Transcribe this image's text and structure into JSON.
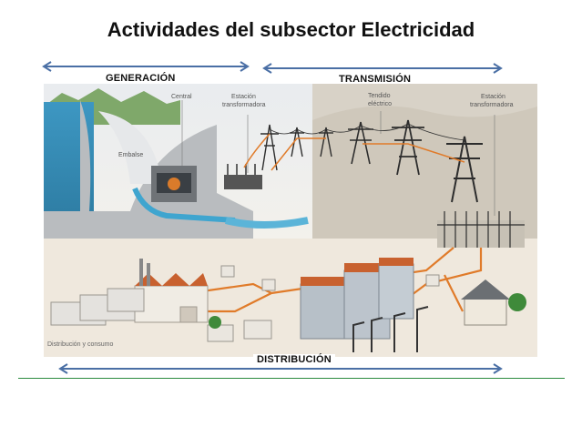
{
  "title": "Actividades del subsector Electricidad",
  "sections": {
    "generacion": "GENERACIÓN",
    "transmision": "TRANSMISIÓN",
    "distribucion": "DISTRIBUCIÓN"
  },
  "illustration": {
    "labels": {
      "central": "Central",
      "estacion_1_line1": "Estación",
      "estacion_1_line2": "transformadora",
      "tendido_line1": "Tendido",
      "tendido_line2": "eléctrico",
      "estacion_2_line1": "Estación",
      "estacion_2_line2": "transformadora",
      "embalse": "Embalse",
      "distribucion_consumo": "Distribución y consumo"
    }
  },
  "colors": {
    "arrow": "#4a6fa5",
    "rule": "#2b8a3e",
    "cable": "#e07b2a",
    "water": "#4aa3c8",
    "building": "#c8612f"
  }
}
